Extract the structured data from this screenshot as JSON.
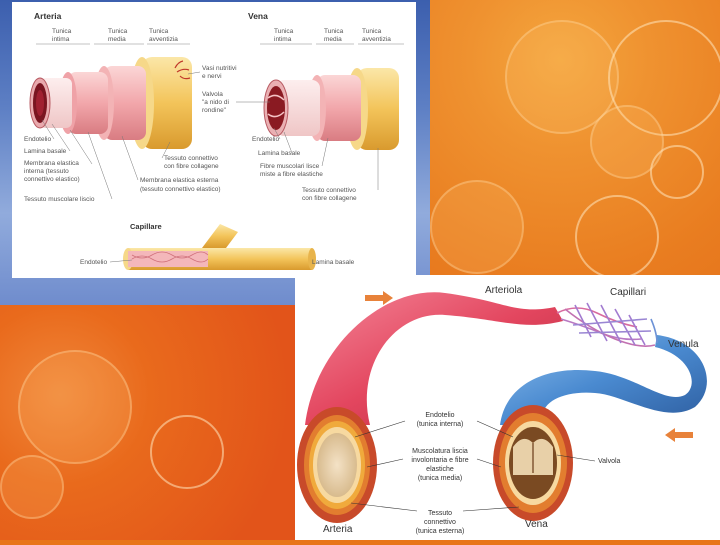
{
  "top_diagram": {
    "artery_title": "Arteria",
    "vein_title": "Vena",
    "artery_layers": [
      "Tunica intima",
      "Tunica media",
      "Tunica avventizia"
    ],
    "vein_layers": [
      "Tunica intima",
      "Tunica media",
      "Tunica avventizia"
    ],
    "artery_labels": {
      "vasi": "Vasi nutritivi e nervi",
      "endotelio": "Endotelio",
      "lamina": "Lamina basale",
      "membrana_int": "Membrana elastica interna (tessuto connettivo elastico)",
      "tessuto_musc": "Tessuto muscolare liscio",
      "membrana_est": "Membrana elastica esterna (tessuto connettivo elastico)",
      "tessuto_conn": "Tessuto connettivo con fibre collagene"
    },
    "vein_labels": {
      "valvola": "Valvola \"a nido di rondine\"",
      "endotelio": "Endotelio",
      "lamina": "Lamina basale",
      "fibre": "Fibre muscolari lisce miste a fibre elastiche",
      "tessuto_conn": "Tessuto connettivo con fibre collagene"
    },
    "capillary_title": "Capillare",
    "capillary_labels": {
      "endotelio": "Endotelio",
      "lamina": "Lamina basale"
    }
  },
  "bottom_diagram": {
    "arteriola": "Arteriola",
    "capillari": "Capillari",
    "venula": "Venula",
    "arteria": "Arteria",
    "vena": "Vena",
    "valvola": "Valvola",
    "endotelio": "Endotelio (tunica interna)",
    "muscolatura": "Muscolatura liscia involontaria e fibre elastiche (tunica media)",
    "tessuto": "Tessuto connettivo (tunica esterna)"
  },
  "colors": {
    "artery": "#e3465f",
    "vein": "#4a8ad0",
    "arrow": "#e8823a"
  }
}
